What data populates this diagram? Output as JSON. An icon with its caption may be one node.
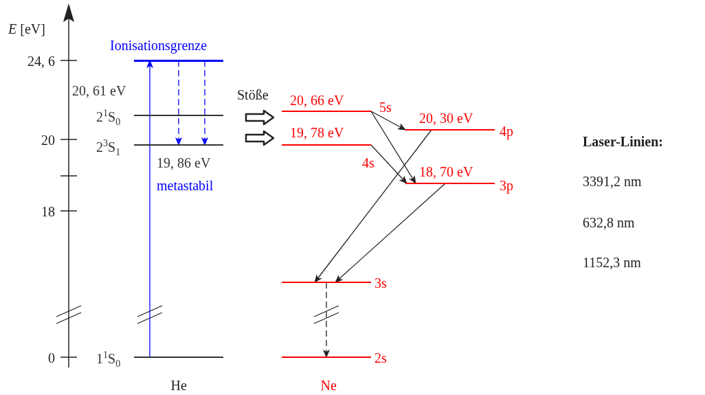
{
  "diagram": {
    "nodes": [
      {
        "text": [
          "Ionisationsgrenze"
        ]
      },
      {
        "text": [
          "20, 61 eV",
          "2$^{1}$S$_{0}$"
        ]
      },
      {
        "text": [
          "2$^{3}$S$_{1}$",
          "19, 86 eV"
        ],
        "beside": [
          "metastabil"
        ]
      },
      {
        "text": [
          "1$^{1}$S$_{0}$"
        ]
      },
      {
        "text": [
          "20, 66 eV",
          "5s"
        ]
      },
      {
        "text": [
          "19, 78 eV",
          "4s"
        ]
      },
      {
        "text": [
          "20, 30 eV",
          "4p"
        ]
      },
      {
        "text": [
          "18, 70 eV",
          "3p"
        ]
      },
      {
        "text": [
          "3s"
        ]
      },
      {
        "text": [
          "2s"
        ]
      }
    ],
    "edges": [
      {
        "from": 3,
        "to": 0,
        "arrow": "to",
        "color": "#0000ff"
      },
      {
        "from": 0,
        "to": 2,
        "arrow": "to",
        "style": "dashed",
        "color": "#0000ff"
      },
      {
        "from": 0,
        "to": 2,
        "arrow": "to",
        "style": "dashed",
        "color": "#0000ff"
      },
      {
        "from": 1,
        "to": 4,
        "arrow": "to",
        "style": "thick"
      },
      {
        "from": 2,
        "to": 5,
        "arrow": "to",
        "style": "thick"
      },
      {
        "from": 4,
        "to": 6,
        "arrow": "to"
      },
      {
        "from": 4,
        "to": 7,
        "arrow": "to"
      },
      {
        "from": 5,
        "to": 7,
        "arrow": "to"
      },
      {
        "from": 6,
        "to": 8,
        "arrow": "to"
      },
      {
        "from": 7,
        "to": 8,
        "arrow": "to"
      },
      {
        "from": 8,
        "to": 9,
        "arrow": "to",
        "style": "dashed"
      }
    ],
    "labels": [
      "*E* [eV]",
      "24, 6",
      "20",
      "18",
      "0",
      "Stöße",
      "Laser-Linien:",
      "3391,2 nm",
      "632,8 nm",
      "1152,3 nm",
      "He",
      "Ne"
    ]
  }
}
